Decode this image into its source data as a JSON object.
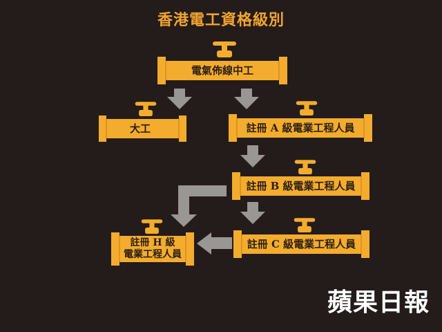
{
  "title": "香港電工資格級別",
  "nodes": {
    "root": "電氣佈線中工",
    "da_gong": "大工",
    "grade_a": "註冊 A 級電業工程人員",
    "grade_b": "註冊 B 級電業工程人員",
    "grade_c": "註冊 C 級電業工程人員",
    "grade_h_line1": "註冊 H 級",
    "grade_h_line2": "電業工程人員"
  },
  "logo": "蘋果日報",
  "colors": {
    "background": "#231c1b",
    "pipe": "#f4ac2e",
    "pipe_dark": "#c97d14",
    "arrow": "#9a9693",
    "title": "#f2a431",
    "logo": "#ffffff"
  }
}
